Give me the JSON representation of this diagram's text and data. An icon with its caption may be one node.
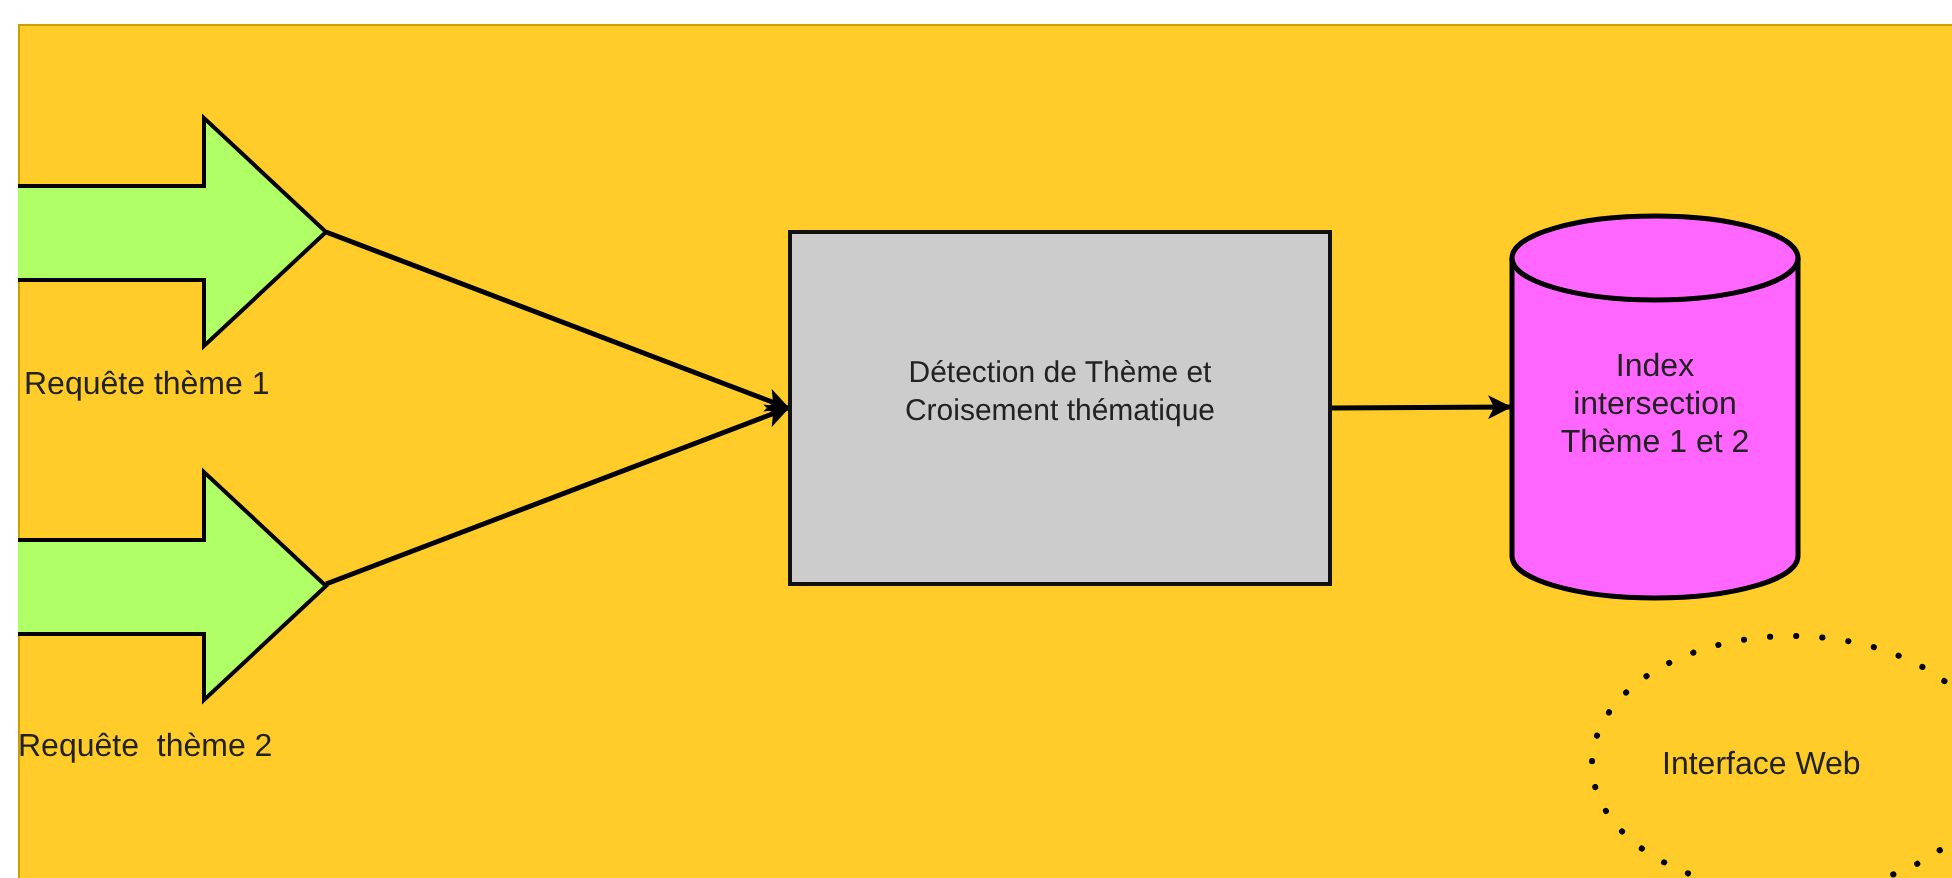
{
  "diagram": {
    "nodes": [
      {
        "text": [
          "Requête thème 1"
        ]
      },
      {
        "text": [
          "Requête  thème 2"
        ]
      },
      {
        "text": [
          "Détection de Thème et Croisement thématique"
        ]
      },
      {
        "text": [
          "Index intersection Thème 1 et 2"
        ]
      },
      {
        "text": [
          "Interface Web"
        ]
      }
    ],
    "edges": [
      {
        "from": 0,
        "to": 2,
        "arrow": "to"
      },
      {
        "from": 1,
        "to": 2,
        "arrow": "to"
      },
      {
        "from": 2,
        "to": 3,
        "arrow": "to"
      }
    ]
  }
}
